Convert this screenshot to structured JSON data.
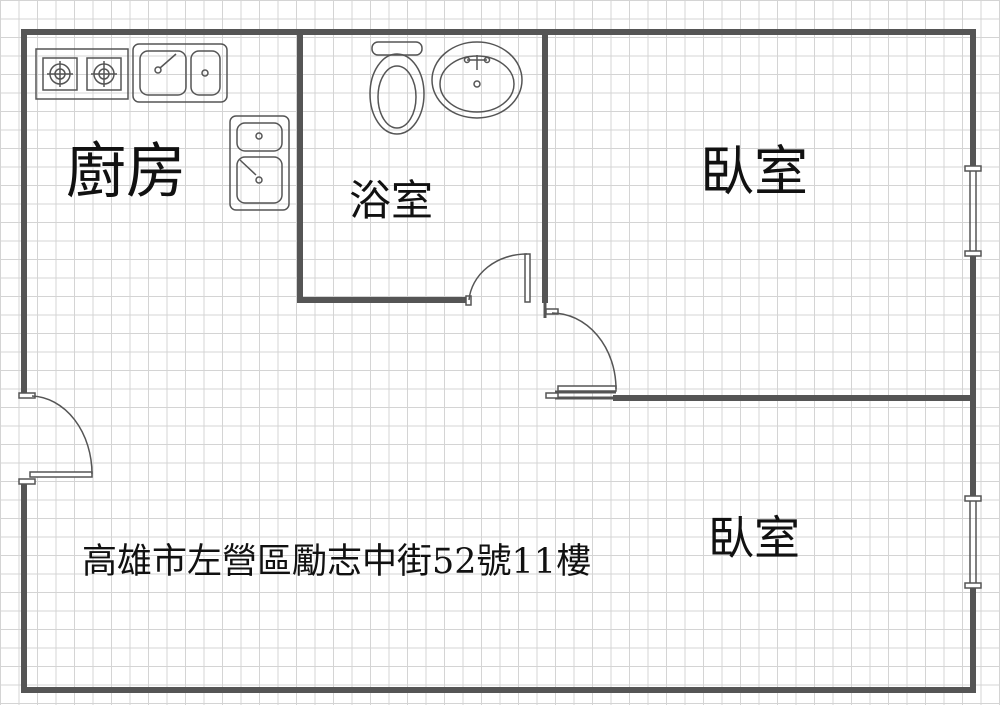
{
  "rooms": {
    "kitchen": "廚房",
    "bathroom": "浴室",
    "bedroom_upper": "臥室",
    "bedroom_lower": "臥室"
  },
  "address": "高雄市左營區勵志中街52號11樓",
  "colors": {
    "wall": "#555555",
    "fixture": "#555555",
    "grid": "#d4d4d4",
    "text": "#111111",
    "background": "#ffffff"
  },
  "icons": [
    "stove-icon",
    "double-sink-icon",
    "toilet-icon",
    "washbasin-icon",
    "door-swing-icon",
    "window-icon"
  ]
}
